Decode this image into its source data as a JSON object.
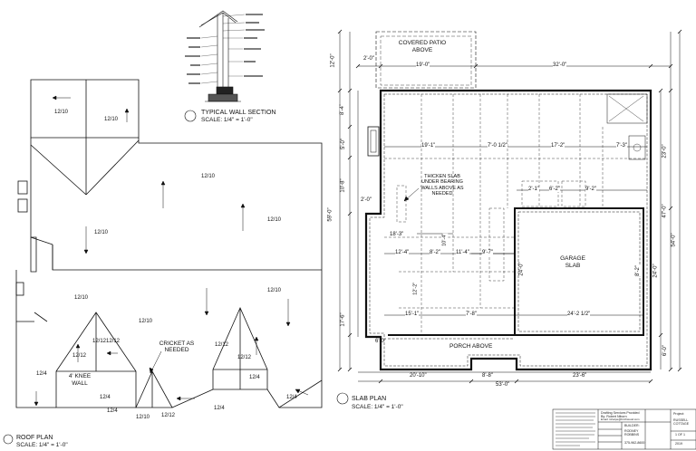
{
  "wall_section": {
    "title": "TYPICAL WALL SECTION",
    "scale": "SCALE: 1/4\" = 1'-0\""
  },
  "roof_plan": {
    "title": "ROOF PLAN",
    "scale": "SCALE: 1/4\" = 1'-0\"",
    "pitch": "12/10",
    "pitch_alt": "12/12",
    "pitch_low": "12/4",
    "knee_wall": "4' KNEE WALL",
    "cricket": "CRICKET AS NEEDED"
  },
  "slab_plan": {
    "title": "SLAB PLAN",
    "scale": "SCALE: 1/4\" = 1'-0\"",
    "covered_patio": "COVERED PATIO ABOVE",
    "thicken_slab": "THICKEN SLAB UNDER BEARING WALLS ABOVE AS NEEDED",
    "garage_slab": "GARAGE SLAB",
    "porch_above": "PORCH ABOVE",
    "dims": {
      "patio_width": "19'-0\"",
      "top_right": "32'-0\"",
      "top_left_small": "2'-0\"",
      "row1_a": "19'-1\"",
      "row1_b": "7'-0 1/2\"",
      "row1_c": "17'-2\"",
      "row1_d": "7'-3\"",
      "mid_a": "2'-0\"",
      "mid_b": "6'-2\"",
      "mid_c": "9'-2\"",
      "mid_d": "2'-1\"",
      "mid_e": "18'-3\"",
      "mid_f": "12'-4\"",
      "mid_g": "8'-2\"",
      "mid_h": "11'-4\"",
      "mid_i": "9'-7\"",
      "low_a": "15'-1\"",
      "low_b": "7'-8\"",
      "low_c": "24'-2 1/2\"",
      "bottom_a": "20'-10\"",
      "bottom_b": "8'-8\"",
      "bottom_c": "23'-6\"",
      "bottom_total": "53'-0\"",
      "left_total": "59'-0\"",
      "left_a": "12'-0\"",
      "left_b": "8'-4\"",
      "left_c": "5'-0\"",
      "left_d": "10'-8\"",
      "left_e": "17'-6\"",
      "left_f": "6'-0\"",
      "right_a": "23'-0\"",
      "right_b": "47'-0\"",
      "right_c": "54'-0\"",
      "right_d": "24'-0\"",
      "right_e": "6'-0\"",
      "in_a": "24'-0\"",
      "in_b": "8'-2\"",
      "in_c": "10'-4\"",
      "in_d": "12'-2\""
    }
  },
  "title_block": {
    "company": "Drafting Services Provided By: Robert Niborn",
    "email": "Email: rsharpe@birchwood.com",
    "builder_label": "BUILDER:",
    "builder_name": "RODNEY ROBBINS",
    "phone": "375-962-8600",
    "project_label": "Project:",
    "project_name": "RUSSELL COTTAGE",
    "sheet_no": "1 OF 1",
    "year": "2019"
  }
}
